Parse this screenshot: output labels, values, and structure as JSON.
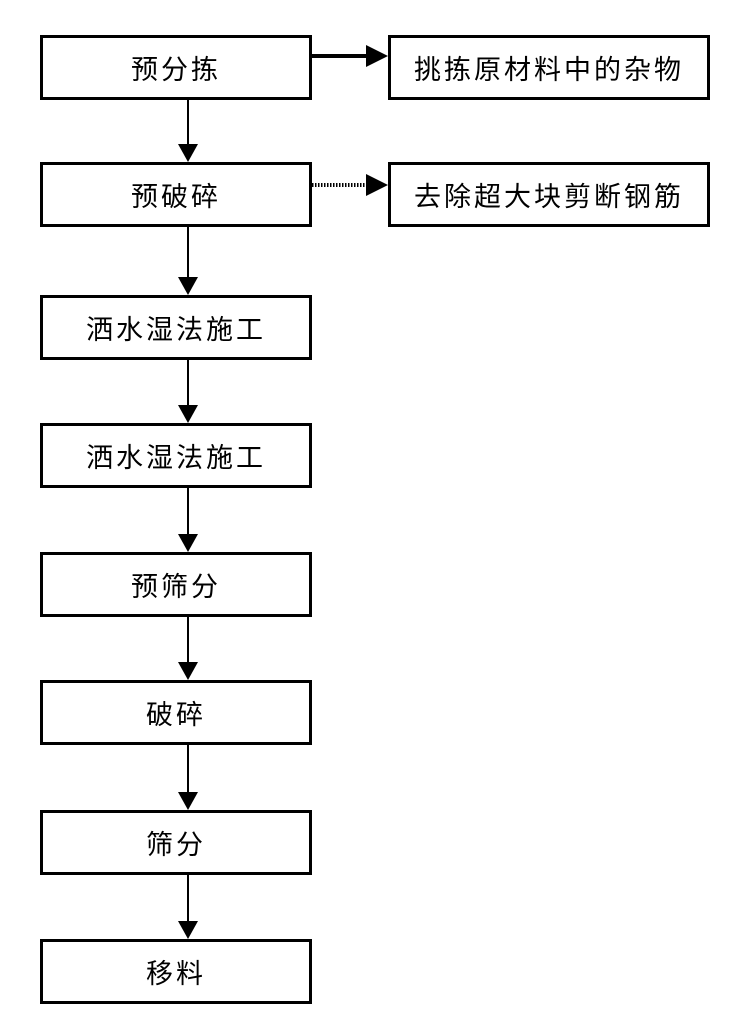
{
  "flowchart": {
    "type": "process-flow",
    "main_steps": [
      {
        "label": "预分拣"
      },
      {
        "label": "预破碎"
      },
      {
        "label": "洒水湿法施工"
      },
      {
        "label": "洒水湿法施工"
      },
      {
        "label": "预筛分"
      },
      {
        "label": "破碎"
      },
      {
        "label": "筛分"
      },
      {
        "label": "移料"
      }
    ],
    "side_notes": [
      {
        "label": "挑拣原材料中的杂物",
        "attached_to": "预分拣",
        "connector": "solid-arrow"
      },
      {
        "label": "去除超大块剪断钢筋",
        "attached_to": "预破碎",
        "connector": "dotted-arrow"
      }
    ],
    "colors": {
      "box_border": "#000000",
      "box_fill": "#ffffff",
      "background": "#ffffff",
      "text": "#000000",
      "connector": "#000000"
    }
  }
}
